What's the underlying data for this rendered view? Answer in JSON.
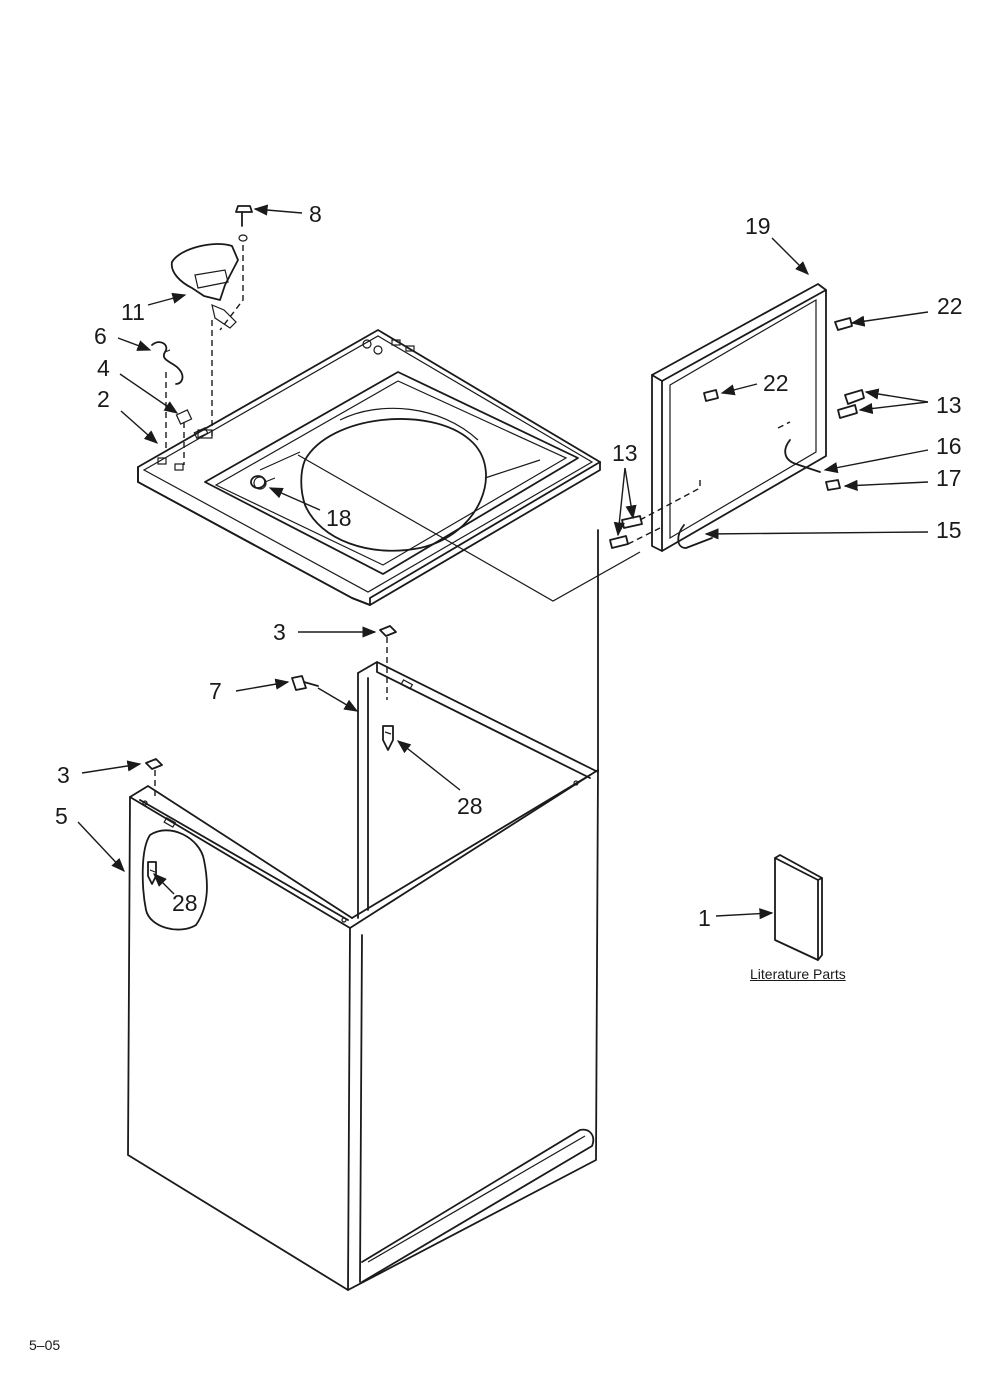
{
  "diagram": {
    "callouts": {
      "c8": "8",
      "c11": "11",
      "c6": "6",
      "c4": "4",
      "c2": "2",
      "c18": "18",
      "c19": "19",
      "c22a": "22",
      "c22b": "22",
      "c13a": "13",
      "c13b": "13",
      "c16": "16",
      "c17": "17",
      "c15": "15",
      "c3a": "3",
      "c7": "7",
      "c28a": "28",
      "c3b": "3",
      "c5": "5",
      "c28b": "28",
      "c1": "1"
    },
    "literature_caption": "Literature Parts",
    "page_code": "5–05"
  }
}
